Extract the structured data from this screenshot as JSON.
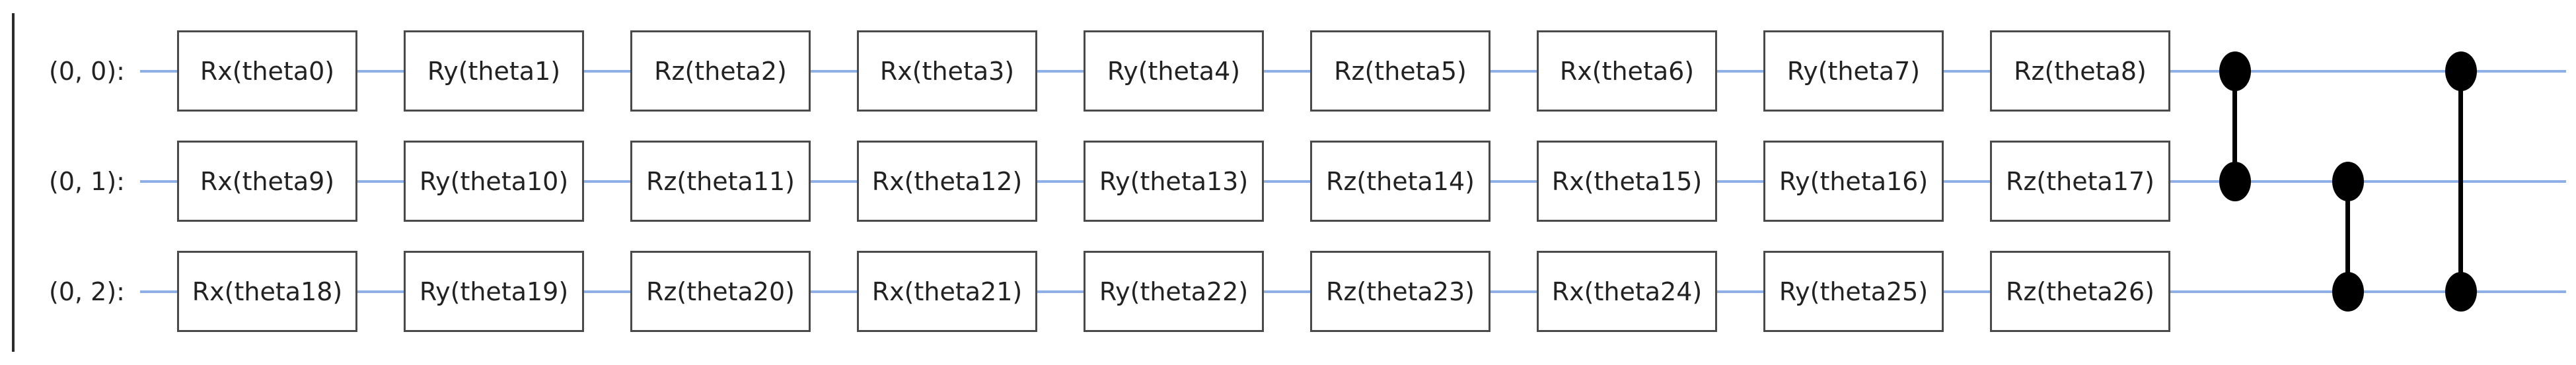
{
  "circuit": {
    "wire_color": "#8fb0e6",
    "qubits": [
      {
        "label": "(0, 0):",
        "gates": [
          "Rx(theta0)",
          "Ry(theta1)",
          "Rz(theta2)",
          "Rx(theta3)",
          "Ry(theta4)",
          "Rz(theta5)",
          "Rx(theta6)",
          "Ry(theta7)",
          "Rz(theta8)"
        ]
      },
      {
        "label": "(0, 1):",
        "gates": [
          "Rx(theta9)",
          "Ry(theta10)",
          "Rz(theta11)",
          "Rx(theta12)",
          "Ry(theta13)",
          "Rz(theta14)",
          "Rx(theta15)",
          "Ry(theta16)",
          "Rz(theta17)"
        ]
      },
      {
        "label": "(0, 2):",
        "gates": [
          "Rx(theta18)",
          "Ry(theta19)",
          "Rz(theta20)",
          "Rx(theta21)",
          "Ry(theta22)",
          "Rz(theta23)",
          "Rx(theta24)",
          "Ry(theta25)",
          "Rz(theta26)"
        ]
      }
    ],
    "cz_gates": [
      {
        "qubits": [
          0,
          1
        ]
      },
      {
        "qubits": [
          1,
          2
        ]
      },
      {
        "qubits": [
          0,
          2
        ]
      }
    ]
  }
}
